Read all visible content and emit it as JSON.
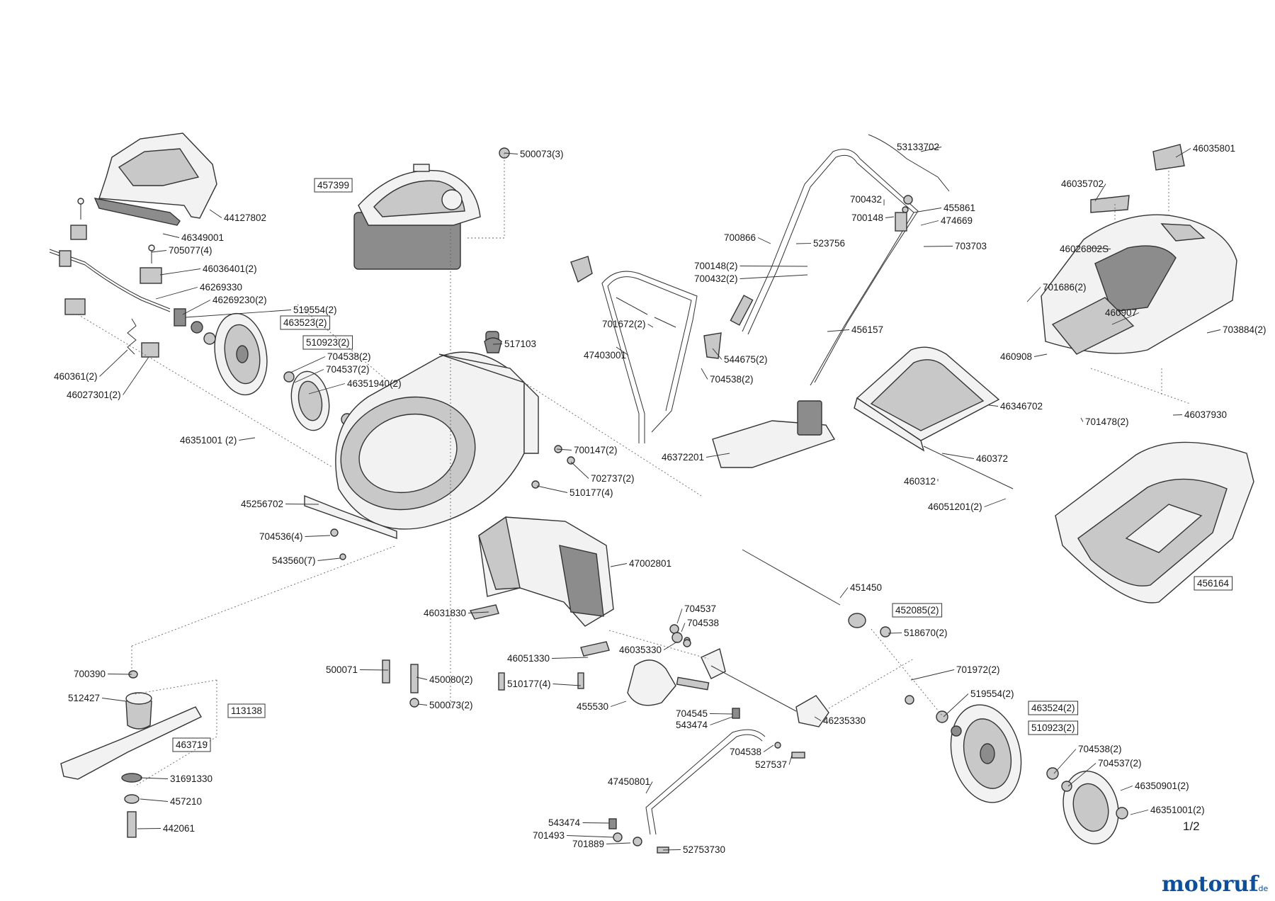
{
  "page_number": "1/2",
  "logo": {
    "main": "motoruf",
    "suffix": ".de"
  },
  "parts": [
    {
      "id": "p0",
      "label": "500073(3)",
      "boxed": false
    },
    {
      "id": "p1",
      "label": "457399",
      "boxed": true
    },
    {
      "id": "p2",
      "label": "44127802",
      "boxed": false
    },
    {
      "id": "p3",
      "label": "46349001",
      "boxed": false
    },
    {
      "id": "p4",
      "label": "705077(4)",
      "boxed": false
    },
    {
      "id": "p5",
      "label": "46036401(2)",
      "boxed": false
    },
    {
      "id": "p6",
      "label": "46269330",
      "boxed": false
    },
    {
      "id": "p7",
      "label": "46269230(2)",
      "boxed": false
    },
    {
      "id": "p8",
      "label": "519554(2)",
      "boxed": false
    },
    {
      "id": "p9",
      "label": "463523(2)",
      "boxed": true
    },
    {
      "id": "p10",
      "label": "510923(2)",
      "boxed": true
    },
    {
      "id": "p11",
      "label": "704538(2)",
      "boxed": false
    },
    {
      "id": "p12",
      "label": "704537(2)",
      "boxed": false
    },
    {
      "id": "p13",
      "label": "46351940(2)",
      "boxed": false
    },
    {
      "id": "p14",
      "label": "460361(2)",
      "boxed": false
    },
    {
      "id": "p15",
      "label": "46027301(2)",
      "boxed": false
    },
    {
      "id": "p16",
      "label": "46351001 (2)",
      "boxed": false
    },
    {
      "id": "p17",
      "label": "517103",
      "boxed": false
    },
    {
      "id": "p18",
      "label": "47403001",
      "boxed": false
    },
    {
      "id": "p19",
      "label": "701672(2)",
      "boxed": false
    },
    {
      "id": "p20",
      "label": "544675(2)",
      "boxed": false
    },
    {
      "id": "p21",
      "label": "704538(2)",
      "boxed": false
    },
    {
      "id": "p22",
      "label": "53133702",
      "boxed": false
    },
    {
      "id": "p23",
      "label": "700432",
      "boxed": false
    },
    {
      "id": "p24",
      "label": "700148",
      "boxed": false
    },
    {
      "id": "p25",
      "label": "455861",
      "boxed": false
    },
    {
      "id": "p26",
      "label": "474669",
      "boxed": false
    },
    {
      "id": "p27",
      "label": "700866",
      "boxed": false
    },
    {
      "id": "p28",
      "label": "523756",
      "boxed": false
    },
    {
      "id": "p29",
      "label": "703703",
      "boxed": false
    },
    {
      "id": "p30",
      "label": "700148(2)",
      "boxed": false
    },
    {
      "id": "p31",
      "label": "700432(2)",
      "boxed": false
    },
    {
      "id": "p32",
      "label": "456157",
      "boxed": false
    },
    {
      "id": "p33",
      "label": "46035801",
      "boxed": false
    },
    {
      "id": "p34",
      "label": "46035702",
      "boxed": false
    },
    {
      "id": "p35",
      "label": "46026802S",
      "boxed": false
    },
    {
      "id": "p36",
      "label": "701686(2)",
      "boxed": false
    },
    {
      "id": "p37",
      "label": "460907",
      "boxed": false
    },
    {
      "id": "p38",
      "label": "703884(2)",
      "boxed": false
    },
    {
      "id": "p39",
      "label": "460908",
      "boxed": false
    },
    {
      "id": "p40",
      "label": "701478(2)",
      "boxed": false
    },
    {
      "id": "p41",
      "label": "46037930",
      "boxed": false
    },
    {
      "id": "p42",
      "label": "46346702",
      "boxed": false
    },
    {
      "id": "p43",
      "label": "460372",
      "boxed": false
    },
    {
      "id": "p44",
      "label": "460312",
      "boxed": false
    },
    {
      "id": "p45",
      "label": "46051201(2)",
      "boxed": false
    },
    {
      "id": "p46",
      "label": "46372201",
      "boxed": false
    },
    {
      "id": "p47",
      "label": "700147(2)",
      "boxed": false
    },
    {
      "id": "p48",
      "label": "702737(2)",
      "boxed": false
    },
    {
      "id": "p49",
      "label": "510177(4)",
      "boxed": false
    },
    {
      "id": "p50",
      "label": "45256702",
      "boxed": false
    },
    {
      "id": "p51",
      "label": "704536(4)",
      "boxed": false
    },
    {
      "id": "p52",
      "label": "543560(7)",
      "boxed": false
    },
    {
      "id": "p53",
      "label": "47002801",
      "boxed": false
    },
    {
      "id": "p54",
      "label": "451450",
      "boxed": false
    },
    {
      "id": "p55",
      "label": "452085(2)",
      "boxed": true
    },
    {
      "id": "p56",
      "label": "518670(2)",
      "boxed": false
    },
    {
      "id": "p57",
      "label": "456164",
      "boxed": true
    },
    {
      "id": "p58",
      "label": "46031830",
      "boxed": false
    },
    {
      "id": "p59",
      "label": "704537",
      "boxed": false
    },
    {
      "id": "p60",
      "label": "704538",
      "boxed": false
    },
    {
      "id": "p61",
      "label": "46035330",
      "boxed": false
    },
    {
      "id": "p62",
      "label": "46051330",
      "boxed": false
    },
    {
      "id": "p63",
      "label": "510177(4)",
      "boxed": false
    },
    {
      "id": "p64",
      "label": "500071",
      "boxed": false
    },
    {
      "id": "p65",
      "label": "450080(2)",
      "boxed": false
    },
    {
      "id": "p66",
      "label": "500073(2)",
      "boxed": false
    },
    {
      "id": "p67",
      "label": "455530",
      "boxed": false
    },
    {
      "id": "p68",
      "label": "704545",
      "boxed": false
    },
    {
      "id": "p69",
      "label": "543474",
      "boxed": false
    },
    {
      "id": "p70",
      "label": "46235330",
      "boxed": false
    },
    {
      "id": "p71",
      "label": "701972(2)",
      "boxed": false
    },
    {
      "id": "p72",
      "label": "519554(2)",
      "boxed": false
    },
    {
      "id": "p73",
      "label": "463524(2)",
      "boxed": true
    },
    {
      "id": "p74",
      "label": "510923(2)",
      "boxed": true
    },
    {
      "id": "p75",
      "label": "704538",
      "boxed": false
    },
    {
      "id": "p76",
      "label": "527537",
      "boxed": false
    },
    {
      "id": "p77",
      "label": "47450801",
      "boxed": false
    },
    {
      "id": "p78",
      "label": "704538(2)",
      "boxed": false
    },
    {
      "id": "p79",
      "label": "704537(2)",
      "boxed": false
    },
    {
      "id": "p80",
      "label": "46350901(2)",
      "boxed": false
    },
    {
      "id": "p81",
      "label": "46351001(2)",
      "boxed": false
    },
    {
      "id": "p82",
      "label": "543474",
      "boxed": false
    },
    {
      "id": "p83",
      "label": "701493",
      "boxed": false
    },
    {
      "id": "p84",
      "label": "701889",
      "boxed": false
    },
    {
      "id": "p85",
      "label": "52753730",
      "boxed": false
    },
    {
      "id": "p86",
      "label": "700390",
      "boxed": false
    },
    {
      "id": "p87",
      "label": "512427",
      "boxed": false
    },
    {
      "id": "p88",
      "label": "113138",
      "boxed": true
    },
    {
      "id": "p89",
      "label": "463719",
      "boxed": true
    },
    {
      "id": "p90",
      "label": "31691330",
      "boxed": false
    },
    {
      "id": "p91",
      "label": "457210",
      "boxed": false
    },
    {
      "id": "p92",
      "label": "442061",
      "boxed": false
    }
  ]
}
